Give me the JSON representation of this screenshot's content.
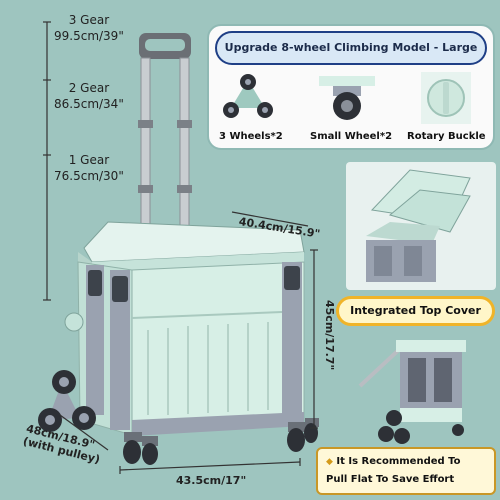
{
  "height_gears": [
    {
      "name": "3 Gear",
      "value": "99.5cm/39\""
    },
    {
      "name": "2 Gear",
      "value": "86.5cm/34\""
    },
    {
      "name": "1 Gear",
      "value": "76.5cm/30\""
    }
  ],
  "features": {
    "title": "Upgrade 8-wheel Climbing Model - Large",
    "items": [
      {
        "label": "3 Wheels*2"
      },
      {
        "label": "Small Wheel*2"
      },
      {
        "label": "Rotary Buckle"
      }
    ]
  },
  "top_cover_label": "Integrated Top Cover",
  "dimensions": {
    "top_width": "40.4cm/15.9\"",
    "height": "45cm/17.7\"",
    "depth_line1": "48cm/18.9\"",
    "depth_line2": "(with pulley)",
    "width": "43.5cm/17\""
  },
  "notice": {
    "line1": "It Is Recommended To",
    "line2": "Pull Flat To Save Effort"
  },
  "colors": {
    "background": "#9ec5bf",
    "cart_mint": "#d7efe6",
    "cart_gray": "#9aa2b0",
    "title_border": "#1f3f86",
    "pill_border": "#f0b429"
  }
}
